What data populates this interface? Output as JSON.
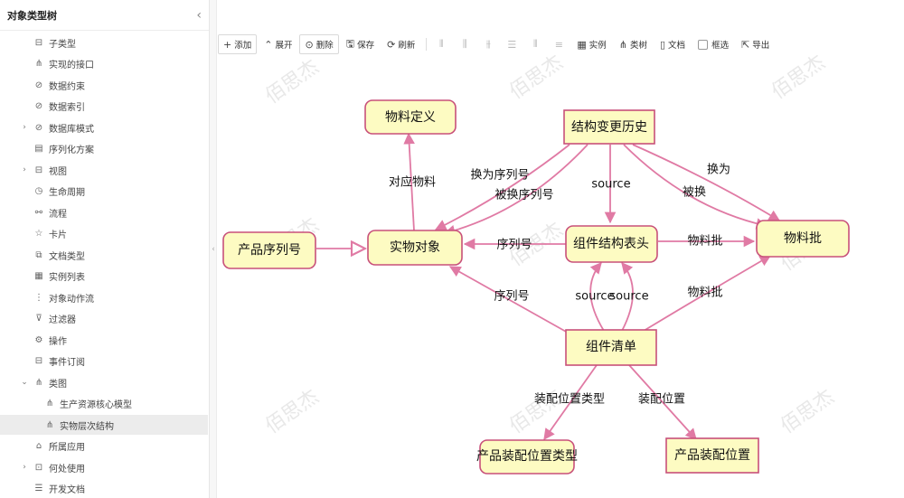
{
  "sidebar": {
    "title": "对象类型树",
    "items": [
      {
        "label": "子类型",
        "icon": "subtype-icon",
        "glyph": "⊟",
        "expandable": false,
        "level": 1
      },
      {
        "label": "实现的接口",
        "icon": "interface-icon",
        "glyph": "⋔",
        "expandable": false,
        "level": 1
      },
      {
        "label": "数据约束",
        "icon": "constraint-icon",
        "glyph": "⊘",
        "expandable": false,
        "level": 1
      },
      {
        "label": "数据索引",
        "icon": "index-icon",
        "glyph": "⊘",
        "expandable": false,
        "level": 1
      },
      {
        "label": "数据库模式",
        "icon": "db-schema-icon",
        "glyph": "⊘",
        "expandable": true,
        "level": 1
      },
      {
        "label": "序列化方案",
        "icon": "serialize-icon",
        "glyph": "▤",
        "expandable": false,
        "level": 1
      },
      {
        "label": "视图",
        "icon": "view-icon",
        "glyph": "⊟",
        "expandable": true,
        "level": 1
      },
      {
        "label": "生命周期",
        "icon": "lifecycle-icon",
        "glyph": "◷",
        "expandable": false,
        "level": 1
      },
      {
        "label": "流程",
        "icon": "flow-icon",
        "glyph": "⚯",
        "expandable": false,
        "level": 1
      },
      {
        "label": "卡片",
        "icon": "star-icon",
        "glyph": "☆",
        "expandable": false,
        "level": 1
      },
      {
        "label": "文档类型",
        "icon": "doc-type-icon",
        "glyph": "⧉",
        "expandable": false,
        "level": 1
      },
      {
        "label": "实例列表",
        "icon": "instance-list-icon",
        "glyph": "▦",
        "expandable": false,
        "level": 1
      },
      {
        "label": "对象动作流",
        "icon": "action-flow-icon",
        "glyph": "⋮",
        "expandable": false,
        "level": 1
      },
      {
        "label": "过滤器",
        "icon": "filter-icon",
        "glyph": "⊽",
        "expandable": false,
        "level": 1
      },
      {
        "label": "操作",
        "icon": "operation-icon",
        "glyph": "⚙",
        "expandable": false,
        "level": 1
      },
      {
        "label": "事件订阅",
        "icon": "event-icon",
        "glyph": "⊟",
        "expandable": false,
        "level": 1
      },
      {
        "label": "类图",
        "icon": "class-diagram-icon",
        "glyph": "⋔",
        "expandable": true,
        "expanded": true,
        "level": 1
      },
      {
        "label": "生产资源核心模型",
        "icon": "model-icon",
        "glyph": "⋔",
        "expandable": false,
        "level": 2
      },
      {
        "label": "实物层次结构",
        "icon": "model-icon",
        "glyph": "⋔",
        "expandable": false,
        "level": 2,
        "selected": true
      },
      {
        "label": "所属应用",
        "icon": "app-icon",
        "glyph": "⌂",
        "expandable": false,
        "level": 1
      },
      {
        "label": "何处使用",
        "icon": "usage-icon",
        "glyph": "⊡",
        "expandable": true,
        "level": 1
      },
      {
        "label": "开发文档",
        "icon": "dev-doc-icon",
        "glyph": "☰",
        "expandable": false,
        "level": 1
      }
    ]
  },
  "toolbar": {
    "add": "添加",
    "expand": "展开",
    "delete": "删除",
    "save": "保存",
    "refresh": "刷新",
    "instance": "实例",
    "class_tree": "类树",
    "document": "文档",
    "box_select": "框选",
    "export": "导出"
  },
  "diagram": {
    "nodes": {
      "material_def": "物料定义",
      "change_history": "结构变更历史",
      "product_serial": "产品序列号",
      "physical_object": "实物对象",
      "component_header": "组件结构表头",
      "material_batch": "物料批",
      "component_list": "组件清单",
      "assembly_pos_type": "产品装配位置类型",
      "assembly_pos": "产品装配位置"
    },
    "labels": {
      "corresponding_material": "对应物料",
      "swap_in_serial": "换为序列号",
      "swapped_serial": "被换序列号",
      "source_top": "source",
      "swap_to": "换为",
      "swapped": "被换",
      "serial_header": "序列号",
      "batch_header": "物料批",
      "serial_list": "序列号",
      "source_left": "source",
      "source_right": "source",
      "batch_list": "物料批",
      "pos_type_label": "装配位置类型",
      "pos_label": "装配位置"
    }
  },
  "watermark": "佰思杰",
  "colors": {
    "node_fill": "#fdfbc2",
    "node_border": "#c8507a",
    "edge": "#e07aa4"
  }
}
